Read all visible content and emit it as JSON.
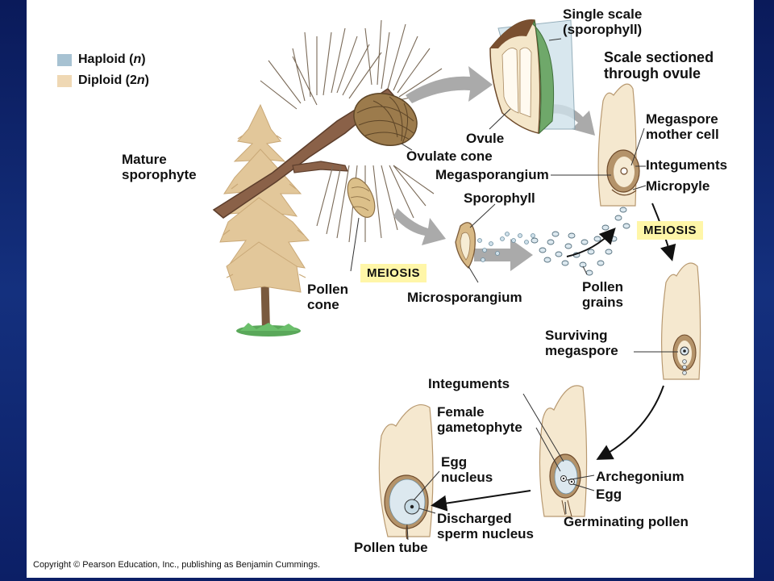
{
  "legend": {
    "haploid": {
      "prefix": "Haploid (",
      "symbol": "n",
      "suffix": ")",
      "color": "#a7c2d2"
    },
    "diploid": {
      "prefix": "Diploid (2",
      "symbol": "n",
      "suffix": ")",
      "color": "#efd8b4"
    }
  },
  "labels": {
    "mature_sporophyte": "Mature\nsporophyte",
    "single_scale": "Single scale\n(sporophyll)",
    "scale_sectioned": "Scale sectioned\nthrough ovule",
    "ovule": "Ovule",
    "ovulate_cone": "Ovulate cone",
    "megasporangium": "Megasporangium",
    "megaspore_mother_cell": "Megaspore\nmother cell",
    "integuments_top": "Integuments",
    "micropyle": "Micropyle",
    "sporophyll": "Sporophyll",
    "pollen_cone": "Pollen\ncone",
    "microsporangium": "Microsporangium",
    "pollen_grains": "Pollen\ngrains",
    "surviving_megaspore": "Surviving\nmegaspore",
    "integuments_bottom": "Integuments",
    "female_gametophyte": "Female\ngametophyte",
    "archegonium": "Archegonium",
    "egg": "Egg",
    "germinating_pollen": "Germinating pollen",
    "egg_nucleus": "Egg\nnucleus",
    "discharged_sperm_nucleus": "Discharged\nsperm nucleus",
    "pollen_tube": "Pollen tube"
  },
  "meiosis_left": "MEIOSIS",
  "meiosis_right": "MEIOSIS",
  "copyright": "Copyright © Pearson Education, Inc., publishing as Benjamin Cummings."
}
